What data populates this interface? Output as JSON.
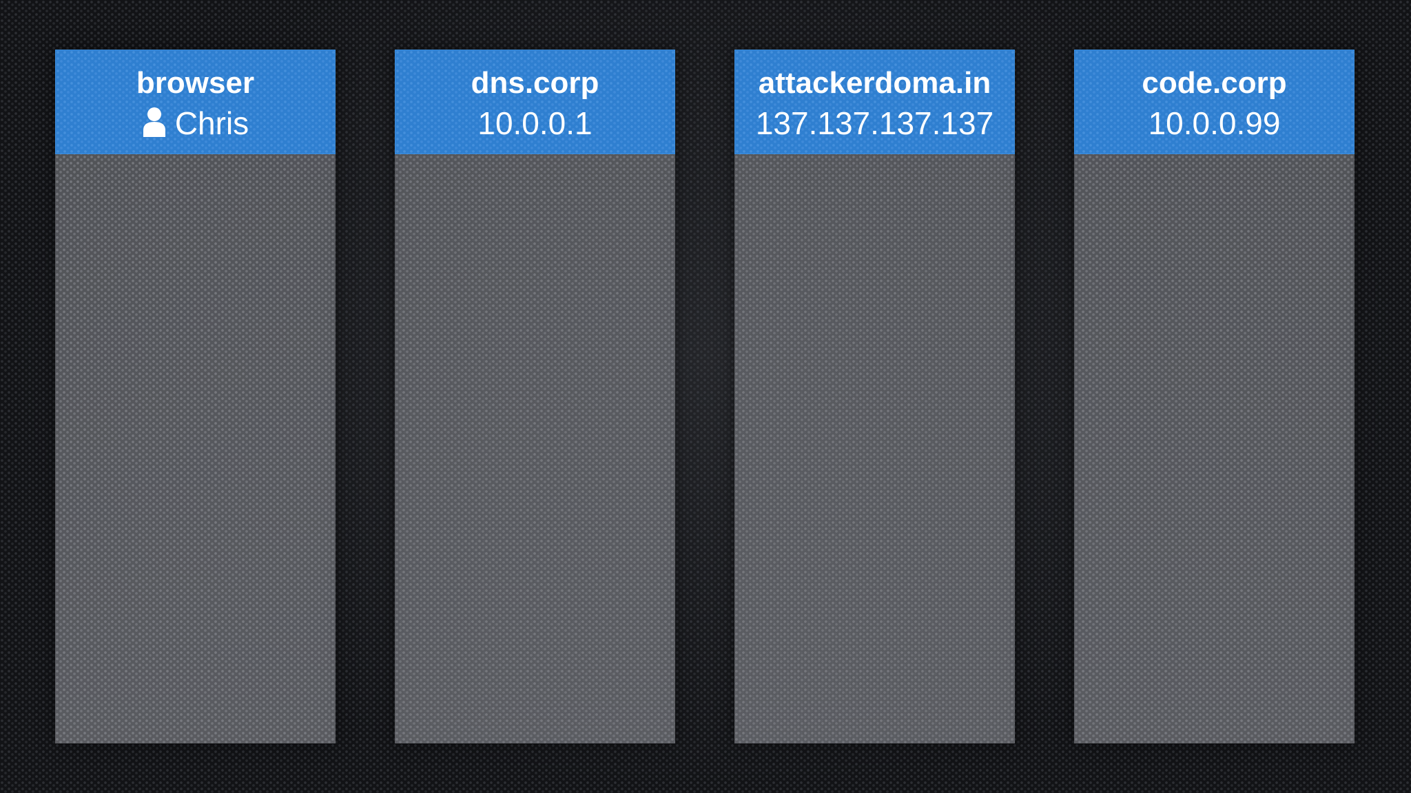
{
  "columns": [
    {
      "title": "browser",
      "subtitle": "Chris",
      "icon": "person-icon"
    },
    {
      "title": "dns.corp",
      "subtitle": "10.0.0.1"
    },
    {
      "title": "attackerdoma.in",
      "subtitle": "137.137.137.137"
    },
    {
      "title": "code.corp",
      "subtitle": "10.0.0.99"
    }
  ],
  "colors": {
    "header_blue": "#2f7fd0",
    "header_border": "#3c8fe0",
    "column_gray": "#6e7075",
    "background": "#121316"
  }
}
